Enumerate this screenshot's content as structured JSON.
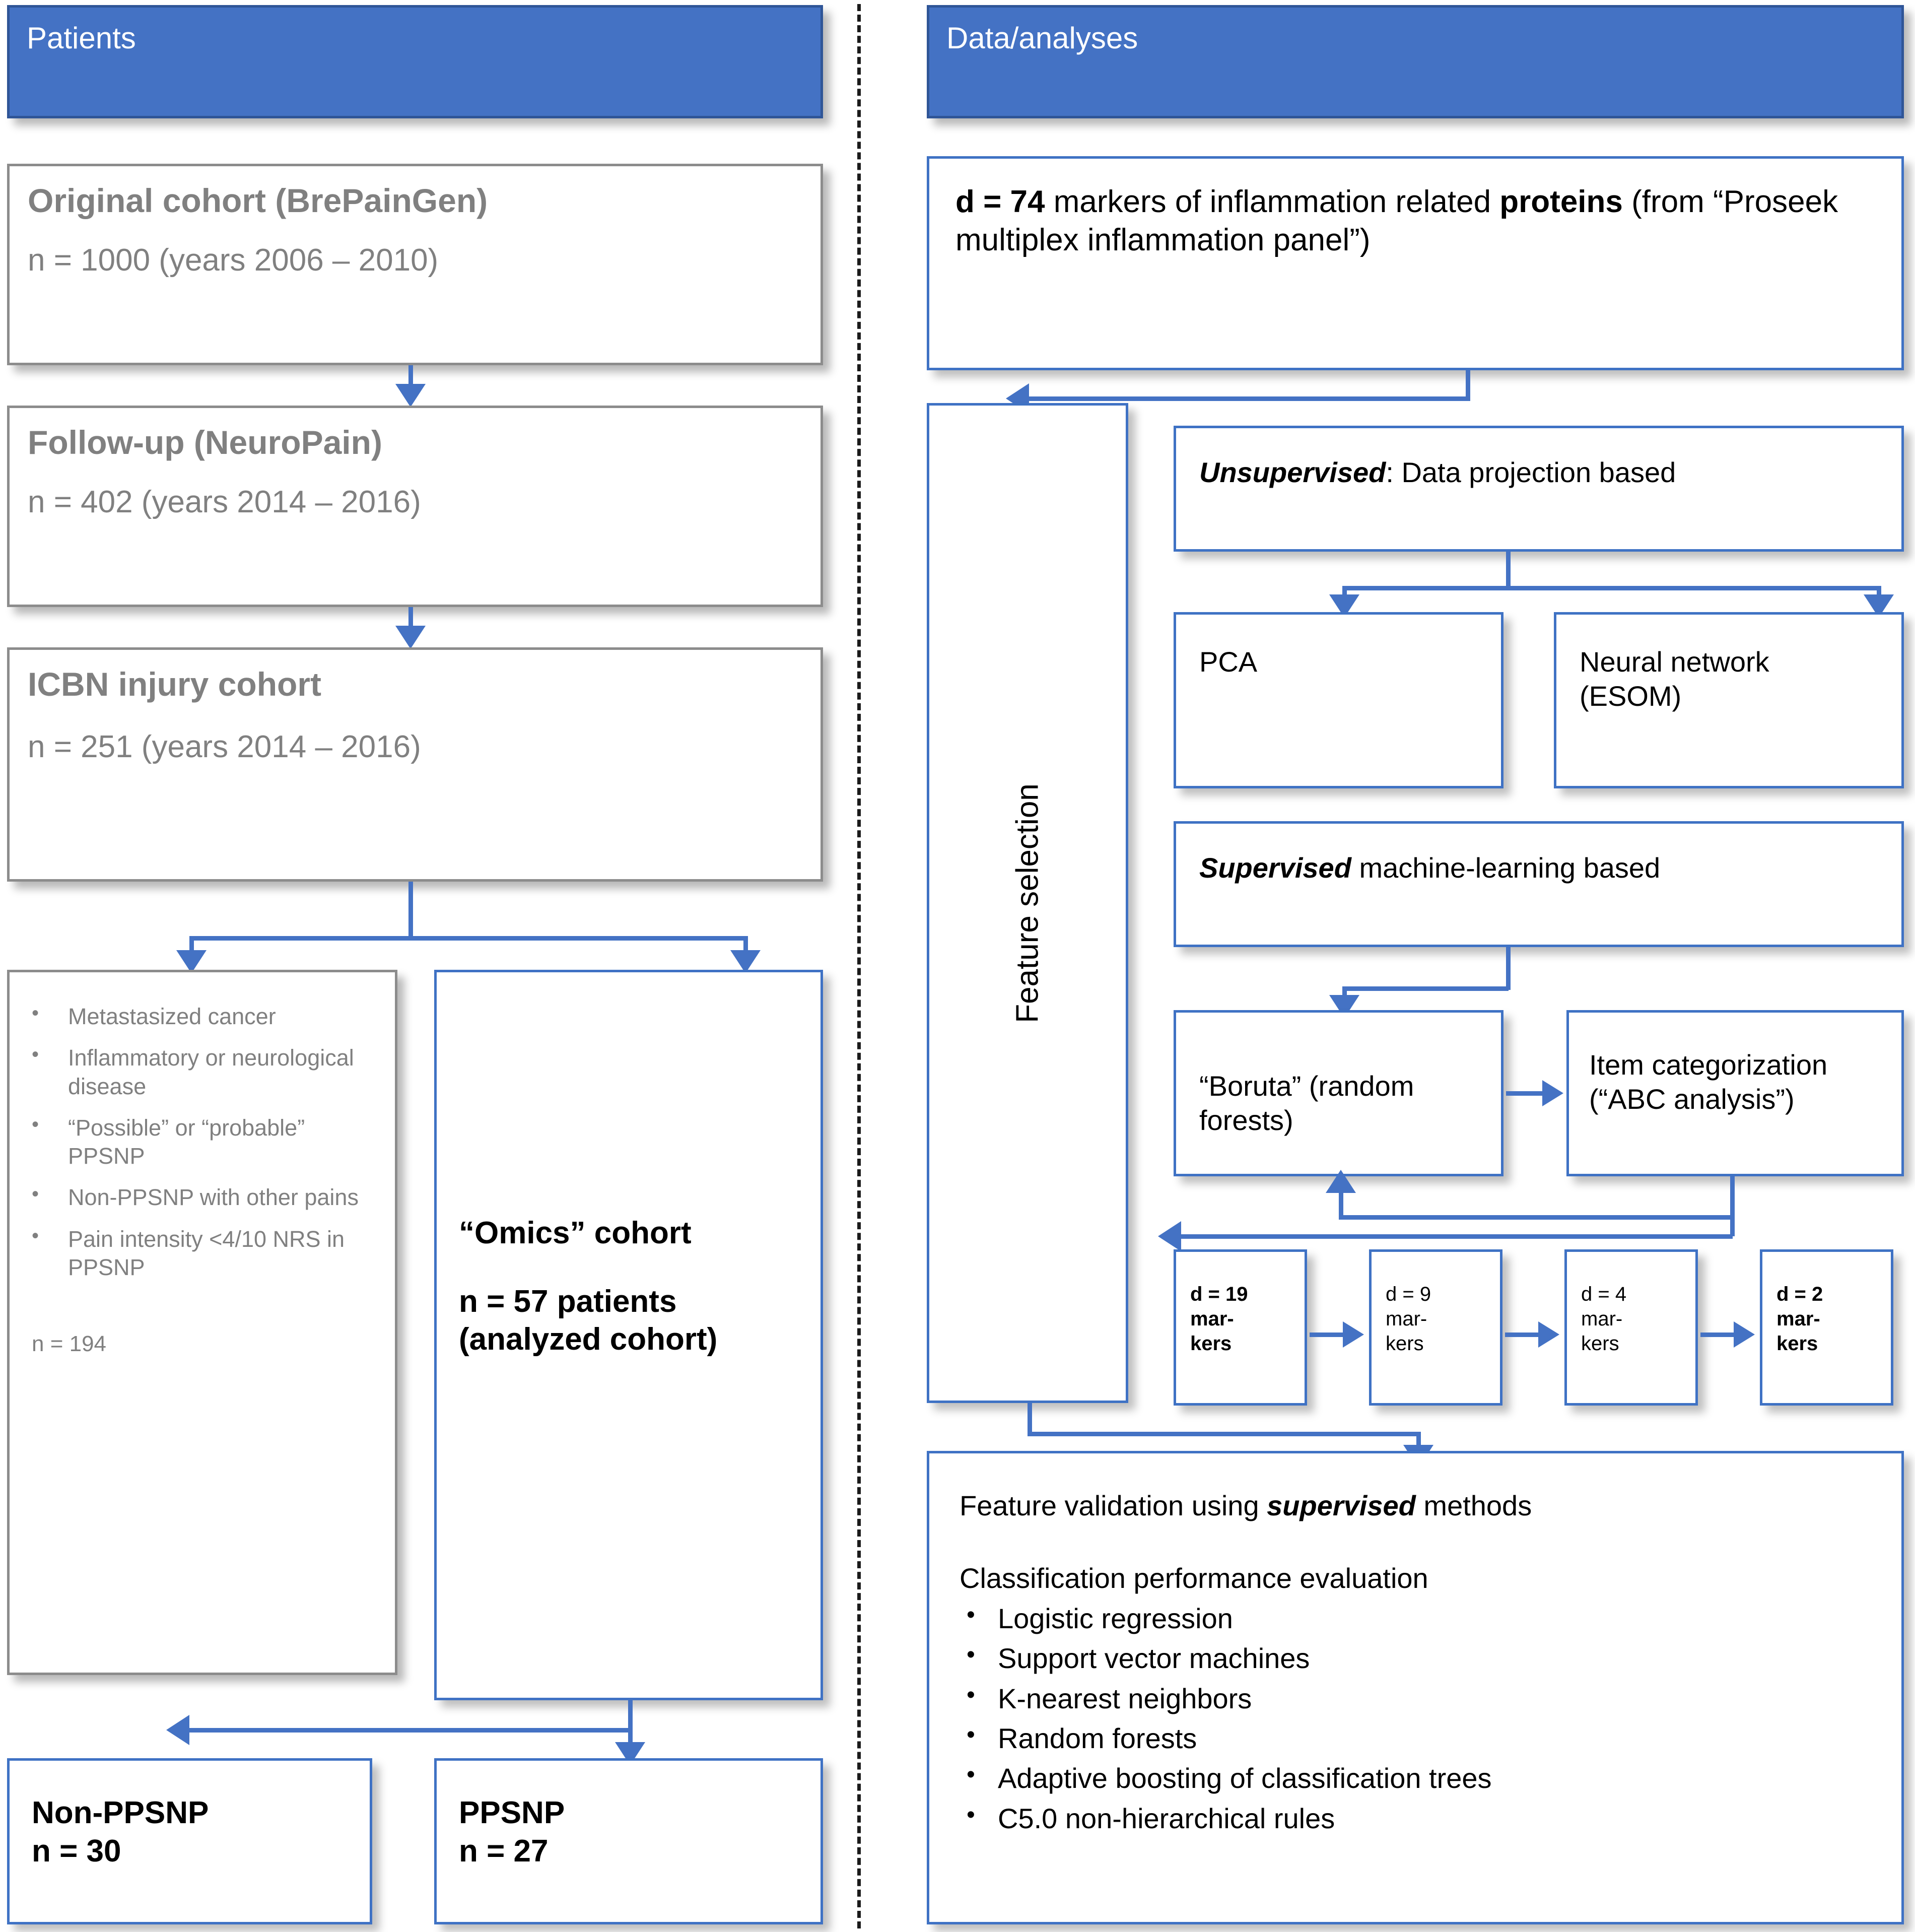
{
  "panels": {
    "left": {
      "header": "Patients",
      "boxes": {
        "original_cohort": {
          "title": "Original cohort (BrePainGen)",
          "detail": "n = 1000 (years 2006 – 2010)"
        },
        "follow_up": {
          "title": "Follow-up (NeuroPain)",
          "detail": "n = 402 (years 2014 – 2016)"
        },
        "icbn": {
          "title": "ICBN injury cohort",
          "detail": "n = 251 (years 2014 – 2016)"
        },
        "exclusions": {
          "items": [
            "Metastasized cancer",
            "Inflammatory or neurological disease",
            "“Possible” or “probable” PPSNP",
            "Non-PPSNP with other pains",
            "Pain intensity <4/10 NRS in PPSNP"
          ],
          "count": "n = 194"
        },
        "omics": {
          "title": "“Omics” cohort",
          "detail": "n = 57 patients (analyzed cohort)"
        },
        "non_ppsnp": {
          "title": "Non-PPSNP",
          "detail": "n = 30"
        },
        "ppsnp": {
          "title": "PPSNP",
          "detail": "n = 27"
        }
      }
    },
    "right": {
      "header": "Data/analyses",
      "boxes": {
        "markers": {
          "lead_bold": "d = 74",
          "rest1": " markers of inflammation related ",
          "bold2": "proteins",
          "rest2": " (from “Proseek multiplex inflammation panel”)"
        },
        "feature_selection": {
          "label": "Feature selection"
        },
        "unsupervised": {
          "bold": "Unsupervised",
          "rest": ": Data projection based"
        },
        "pca": {
          "label": "PCA"
        },
        "neural_network": {
          "label": "Neural network (ESOM)"
        },
        "supervised": {
          "bold": "Supervised",
          "rest": " machine-learning based"
        },
        "boruta": {
          "label": "“Boruta” (random forests)"
        },
        "item_categorization": {
          "label": "Item categorization (“ABC analysis”)"
        },
        "markers_chain": [
          {
            "head": "d = 19",
            "tail": "mar-kers",
            "bold": true
          },
          {
            "head": "d = 9",
            "tail": "mar-kers",
            "bold": false
          },
          {
            "head": "d = 4",
            "tail": "mar-kers",
            "bold": false
          },
          {
            "head": "d = 2",
            "tail": "mar-kers",
            "bold": true
          }
        ],
        "validation": {
          "line1_a": "Feature validation using ",
          "line1_bold": "supervised",
          "line1_b": " methods",
          "line2": "Classification performance evaluation",
          "items": [
            " Logistic regression",
            "Support vector machines",
            "K-nearest neighbors",
            "Random forests",
            "Adaptive boosting of classification trees",
            "C5.0 non-hierarchical rules"
          ]
        }
      }
    }
  },
  "colors": {
    "header_fill": "#4472C4",
    "header_border": "#2F5597",
    "gray_border": "#8C8C8C",
    "blue_border": "#3F72C4",
    "gray_text": "#808080",
    "connector": "#4472C4"
  }
}
